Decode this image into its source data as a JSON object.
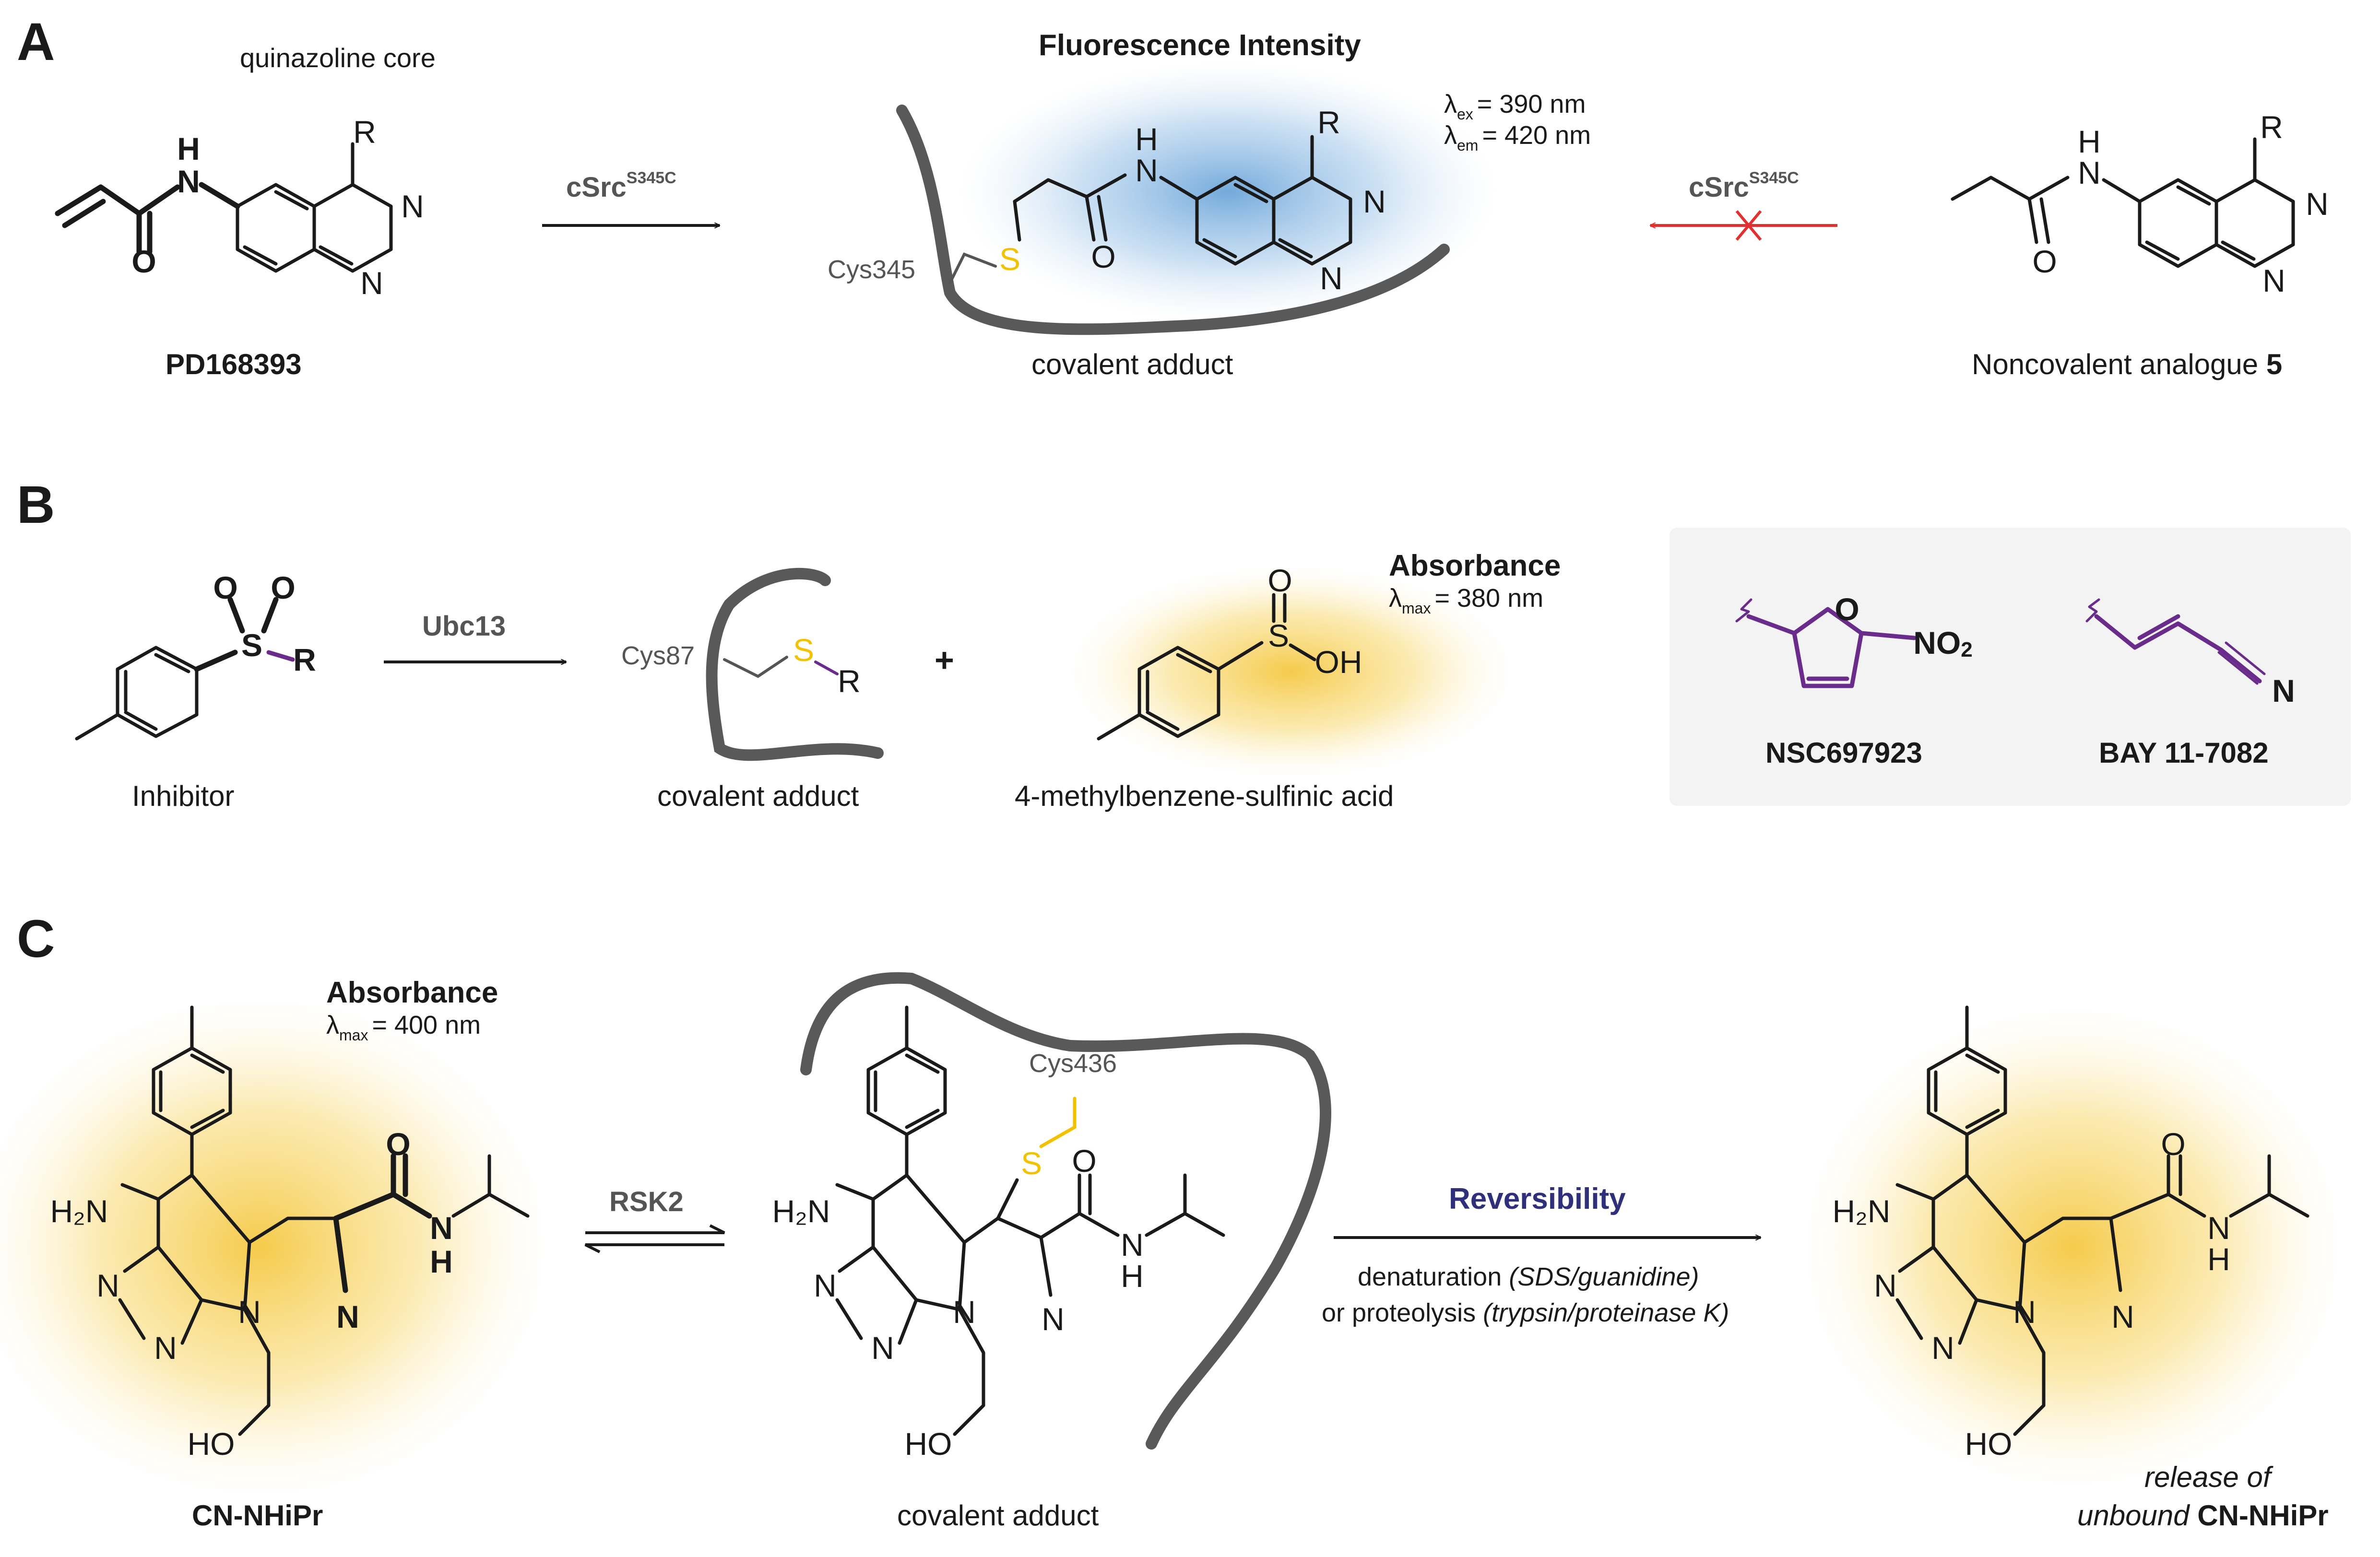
{
  "panels": {
    "A": {
      "letter": "A",
      "core_label": "quinazoline core",
      "inhibitor_name": "PD168393",
      "enzyme": "cSrc",
      "enzyme_sup": "S345C",
      "readout_title": "Fluorescence Intensity",
      "lambda_ex": "ex",
      "lambda_ex_value": "= 390 nm",
      "lambda_em": "em",
      "lambda_em_value": "= 420 nm",
      "cys_label": "Cys345",
      "adduct_label": "covalent adduct",
      "analogue_label": "Noncovalent analogue",
      "analogue_number": "5",
      "atoms": {
        "R": "R",
        "N": "N",
        "H": "H",
        "O": "O",
        "S": "S"
      }
    },
    "B": {
      "letter": "B",
      "enzyme": "Ubc13",
      "cys_label": "Cys87",
      "inhibitor_label": "Inhibitor",
      "adduct_label": "covalent adduct",
      "plus": "+",
      "readout_title": "Absorbance",
      "lambda_max": "max",
      "lambda_max_value": "= 380 nm",
      "acid_label": "4-methylbenzene-sulfinic acid",
      "example1": "NSC697923",
      "example2": "BAY 11-7082",
      "no2": "NO",
      "no2_sub": "2",
      "oh": "OH",
      "atoms": {
        "S": "S",
        "O": "O",
        "R": "R",
        "N": "N"
      }
    },
    "C": {
      "letter": "C",
      "readout_title": "Absorbance",
      "lambda_max": "max",
      "lambda_max_value": "= 400 nm",
      "enzyme": "RSK2",
      "cys_label": "Cys436",
      "reversibility": "Reversibility",
      "cond1_plain": "denaturation",
      "cond1_italic": "(SDS/guanidine)",
      "cond2_plain": "or proteolysis",
      "cond2_italic": "(trypsin/proteinase K)",
      "inhibitor_name": "CN-NHiPr",
      "adduct_label": "covalent adduct",
      "release_line1": "release of",
      "release_italic": "unbound",
      "release_name": "CN-NHiPr",
      "atoms": {
        "H2N": "H₂N",
        "N": "N",
        "O": "O",
        "HO": "HO",
        "H": "H",
        "S": "S"
      }
    }
  },
  "lambda": "λ",
  "colors": {
    "blue_glow": "#5b9bd5",
    "yellow_glow": "#f5c842",
    "sulfur": "#f2c200",
    "purple": "#6a2c8a",
    "red_arrow": "#e03030",
    "navy": "#2f2f7a",
    "protein": "#595959",
    "box": "#f3f3f3"
  }
}
